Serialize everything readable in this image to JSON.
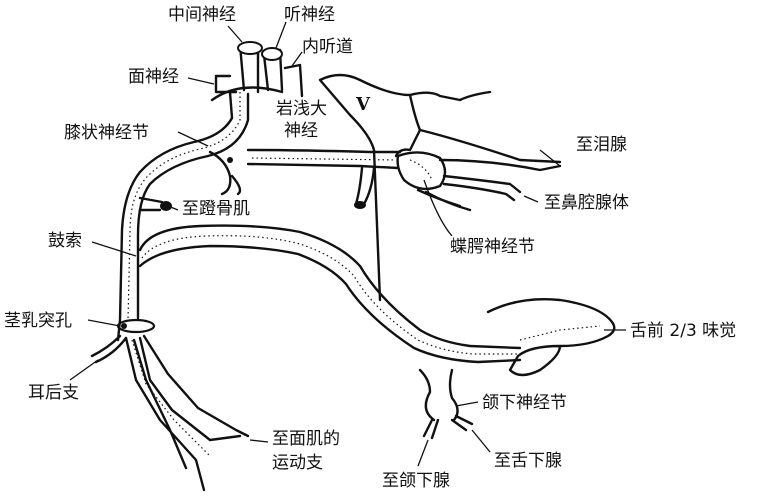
{
  "labels": {
    "intermediate_nerve": "中间神经",
    "auditory_nerve": "听神经",
    "facial_nerve": "面神经",
    "internal_acoustic_meatus": "内听道",
    "trigeminal_v": "V",
    "greater_petrosal_line1": "岩浅大",
    "greater_petrosal_line2": "神经",
    "geniculate_ganglion": "膝状神经节",
    "lacrimal_gland": "至泪腺",
    "stapedius": "至蹬骨肌",
    "nasal_glands": "至鼻腔腺体",
    "chorda_tympani": "鼓索",
    "pterygopalatine_ganglion": "蝶腭神经节",
    "stylomastoid_foramen": "茎乳突孔",
    "taste_anterior": "舌前 2/3 味觉",
    "posterior_auricular": "耳后支",
    "submandibular_ganglion": "颌下神经节",
    "motor_line1": "至面肌的",
    "motor_line2": "运动支",
    "sublingual_gland": "至舌下腺",
    "submandibular_gland": "至颌下腺"
  }
}
